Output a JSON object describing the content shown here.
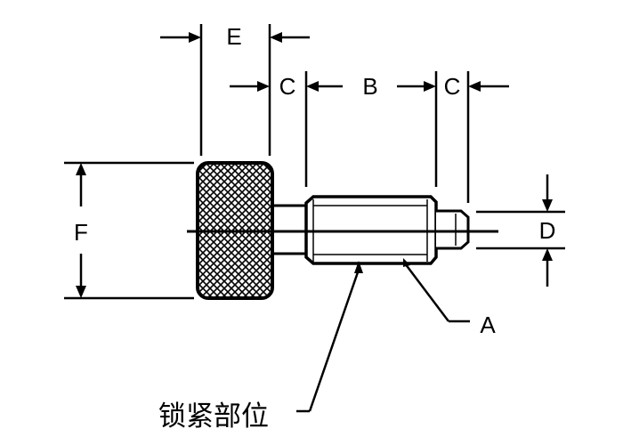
{
  "labels": {
    "E": "E",
    "C_left": "C",
    "B": "B",
    "C_right": "C",
    "F": "F",
    "D": "D",
    "A": "A"
  },
  "caption": "锁紧部位",
  "colors": {
    "ink": "#000000",
    "background": "#ffffff"
  }
}
